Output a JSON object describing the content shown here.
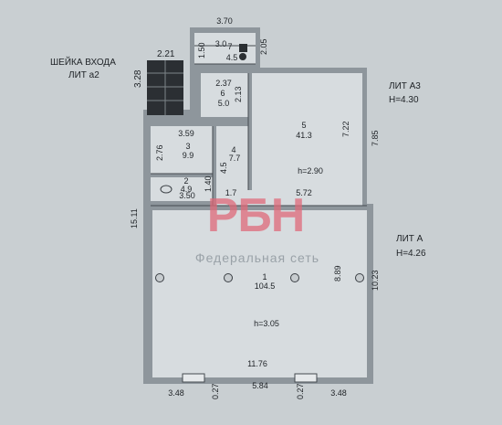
{
  "annexes": {
    "a2": {
      "title": "ШЕЙКА ВХОДА",
      "lit": "ЛИТ а2",
      "dim_top": "2.21",
      "dim_side": "3.28"
    },
    "a3": {
      "lit": "ЛИТ А3",
      "height": "H=4.30"
    },
    "a": {
      "lit": "ЛИТ А",
      "height": "H=4.26"
    }
  },
  "rooms": [
    {
      "id": "1",
      "area": "104.5",
      "height": "h=3.05"
    },
    {
      "id": "2",
      "area": "4.9"
    },
    {
      "id": "3",
      "area": "9.9"
    },
    {
      "id": "4",
      "area": "7.7"
    },
    {
      "id": "5",
      "area": "41.3",
      "height": "h=2.90"
    },
    {
      "id": "6",
      "area": "5.0"
    },
    {
      "id": "7",
      "area": "4.5"
    }
  ],
  "dimensions": {
    "top": "3.70",
    "r7_w": "3.0",
    "r7_l": "1.50",
    "r7_r": "2.05",
    "r6_w": "2.37",
    "r6_h": "2.13",
    "r3_w": "3.59",
    "r3_h": "2.76",
    "r4_h": "4.5",
    "r2_h": "1.40",
    "r2_w": "3.50",
    "mid": "1.7",
    "r5_w": "5.72",
    "r5_h": "7.22",
    "a3_side": "7.85",
    "left_total": "15.11",
    "r1_h": "8.89",
    "right_total": "10.23",
    "bottom_inner": "11.76",
    "b1": "3.48",
    "b2": "0.27",
    "b3": "5.84",
    "b4": "0.27",
    "b5": "3.48"
  },
  "watermark": {
    "logo": "РБН",
    "text": "Федеральная сеть"
  }
}
